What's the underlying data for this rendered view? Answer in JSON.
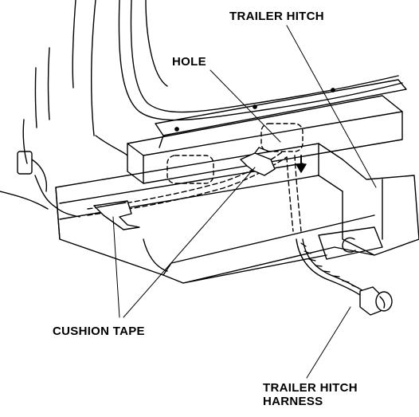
{
  "labels": {
    "trailer_hitch": "TRAILER HITCH",
    "hole": "HOLE",
    "cushion_tape": "CUSHION TAPE",
    "harness_line1": "TRAILER HITCH",
    "harness_line2": "HARNESS"
  },
  "colors": {
    "ink": "#000000",
    "paper": "#ffffff"
  }
}
